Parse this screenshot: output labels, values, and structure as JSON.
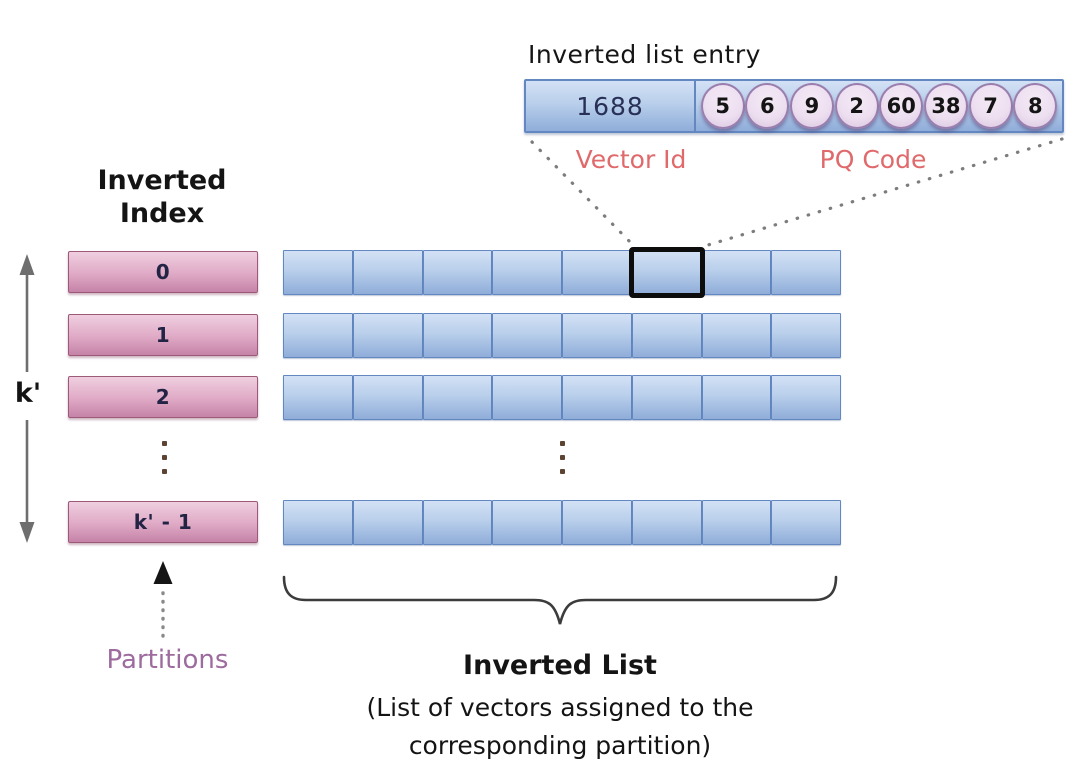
{
  "entry": {
    "title": "Inverted list entry",
    "vector_id": "1688",
    "pq_codes": [
      "5",
      "6",
      "9",
      "2",
      "60",
      "38",
      "7",
      "8"
    ],
    "vector_id_label": "Vector Id",
    "pq_code_label": "PQ Code"
  },
  "index": {
    "title_line1": "Inverted",
    "title_line2": "Index",
    "k_label": "k'",
    "partitions": [
      "0",
      "1",
      "2",
      "k' - 1"
    ],
    "partitions_label": "Partitions"
  },
  "list": {
    "row_count": 4,
    "cells_per_row": 8,
    "highlight": {
      "row": 0,
      "cell": 5
    },
    "caption_title": "Inverted List",
    "caption_line1": "(List of vectors assigned to the",
    "caption_line2": "corresponding partition)"
  },
  "colors": {
    "list_cell_top": "#d3e1f5",
    "list_cell_bottom": "#8fadd9",
    "list_cell_border": "#6287c1",
    "partition_top": "#efcfe0",
    "partition_bottom": "#c583a8",
    "partition_border": "#9c5a78",
    "pq_circle_fill": "#eddff0",
    "pq_circle_border": "#9a7fae",
    "entry_label_color": "#e0696b",
    "partitions_label_color": "#9d6b9e",
    "highlight_border": "#0d0d0d"
  }
}
